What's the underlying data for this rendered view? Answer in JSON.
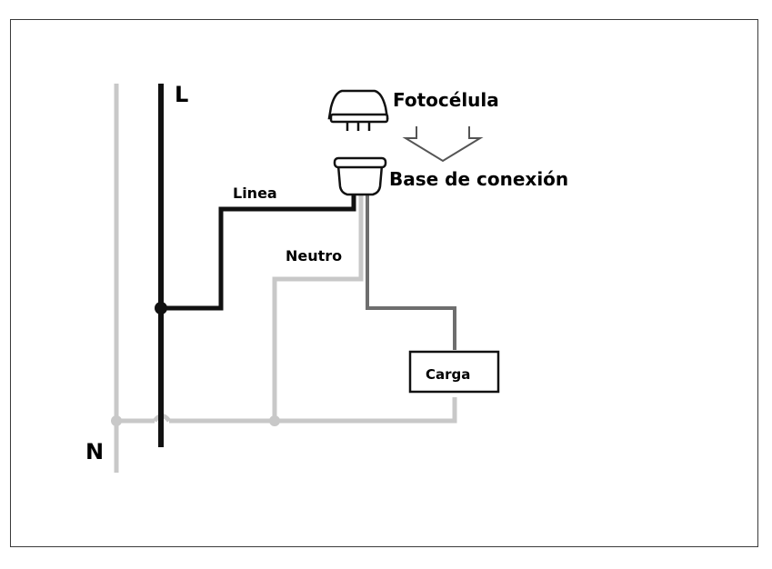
{
  "labels": {
    "line_terminal": "L",
    "neutral_terminal": "N",
    "photocell": "Fotocélula",
    "socket_base": "Base de conexión",
    "line_wire": "Linea",
    "neutral_wire": "Neutro",
    "load": "Carga"
  },
  "colors": {
    "line_wire": "#111111",
    "neutral_wire": "#c8c8c8",
    "load_wire": "#6e6e6e",
    "frame_border": "#3a3a3a"
  },
  "icons": {
    "photocell": "photocell-icon",
    "socket": "socket-base-icon",
    "arrow": "down-arrow-icon"
  }
}
